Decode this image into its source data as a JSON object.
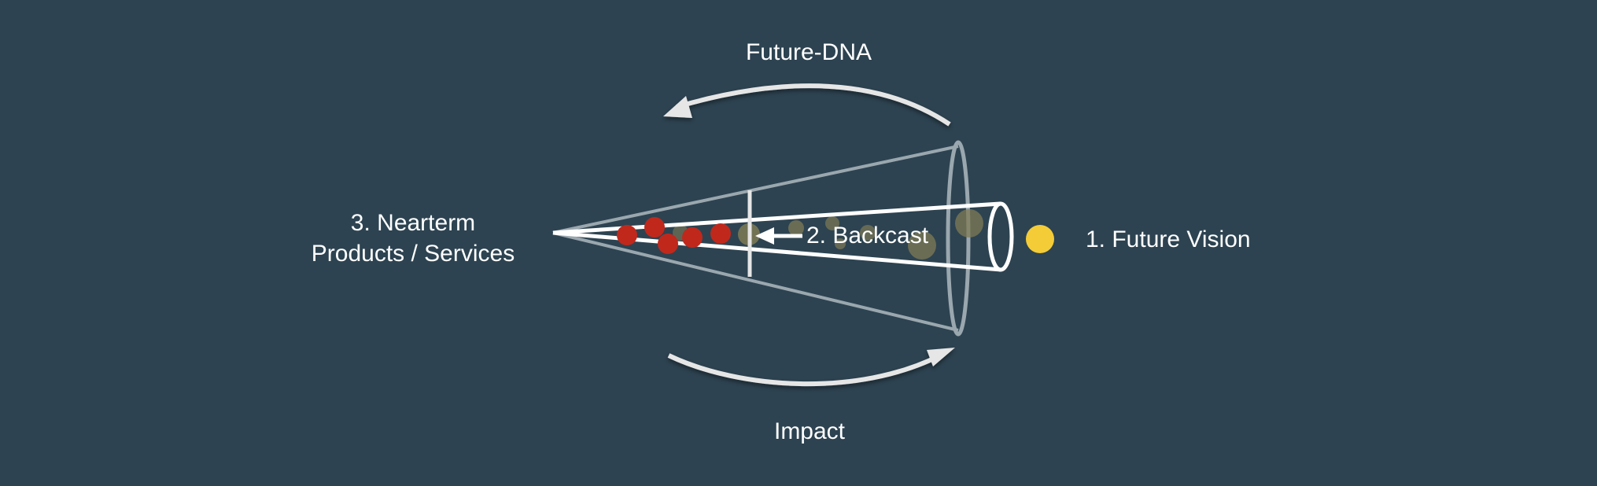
{
  "labels": {
    "future_dna": "Future-DNA",
    "impact": "Impact",
    "nearterm_line1": "3. Nearterm",
    "nearterm_line2": "Products / Services",
    "backcast": "2. Backcast",
    "future_vision": "1. Future Vision"
  },
  "colors": {
    "background": "#2d4351",
    "cone_outer": "#9aa7ae",
    "cone_inner": "#ffffff",
    "arrow": "#e6e6e6",
    "red_dot": "#c0281c",
    "olive_dot": "#7f7b55",
    "vision_dot": "#f4cc37",
    "text": "#ffffff"
  }
}
